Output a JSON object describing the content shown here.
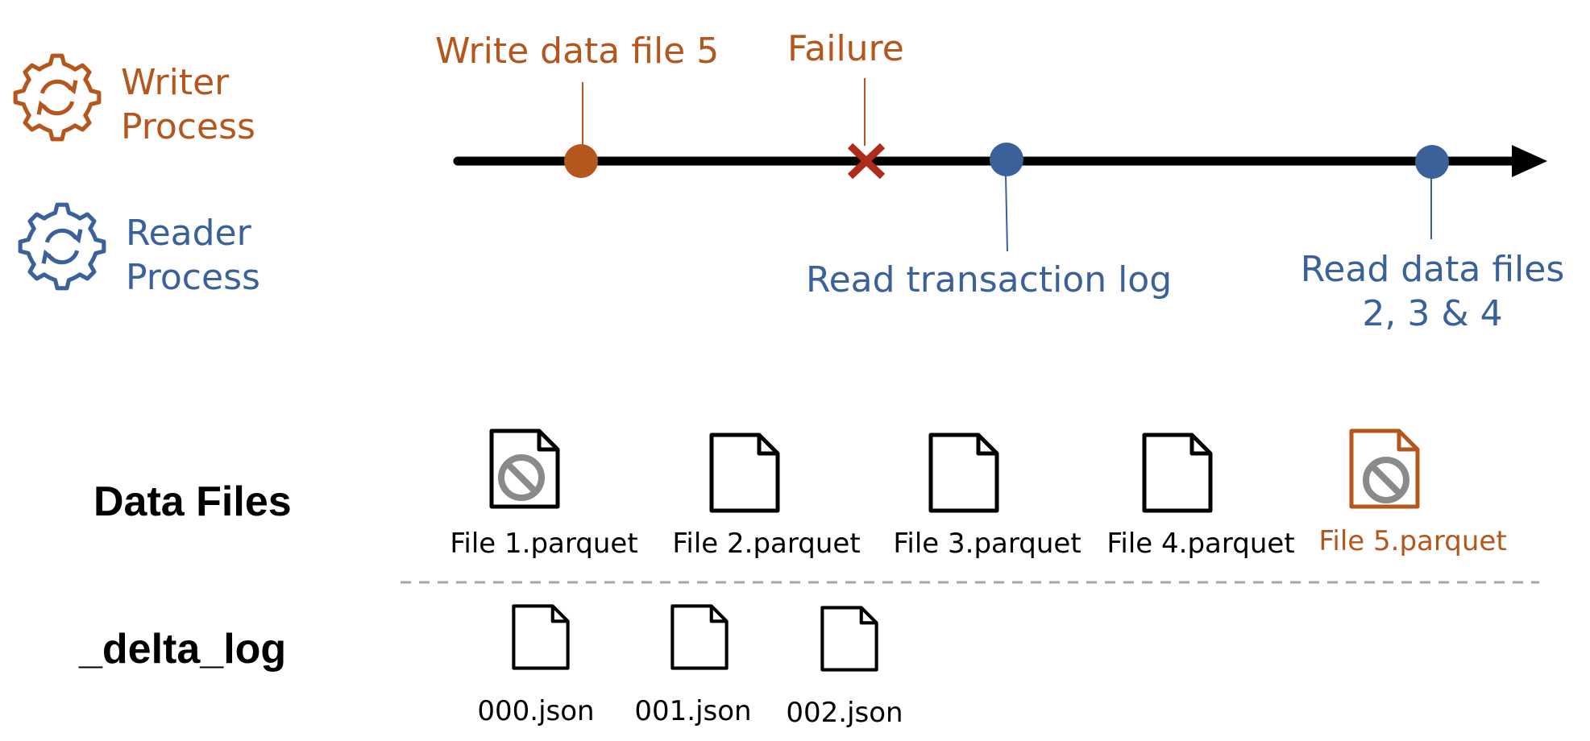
{
  "legend": {
    "writer": {
      "line1": "Writer",
      "line2": "Process"
    },
    "reader": {
      "line1": "Reader",
      "line2": "Process"
    }
  },
  "timeline": {
    "events": {
      "write": "Write data file 5",
      "failure": "Failure",
      "read_log": "Read transaction log",
      "read_data_line1": "Read data files",
      "read_data_line2": "2, 3 & 4"
    }
  },
  "sections": {
    "data_files": "Data Files",
    "delta_log": "_delta_log"
  },
  "data_files": [
    {
      "name": "File 1.parquet",
      "status": "invalid"
    },
    {
      "name": "File 2.parquet",
      "status": "valid"
    },
    {
      "name": "File 3.parquet",
      "status": "valid"
    },
    {
      "name": "File 4.parquet",
      "status": "valid"
    },
    {
      "name": "File 5.parquet",
      "status": "invalid-writer"
    }
  ],
  "log_files": [
    {
      "name": "000.json"
    },
    {
      "name": "001.json"
    },
    {
      "name": "002.json"
    }
  ],
  "colors": {
    "writer": "#b5561c",
    "reader": "#3a6199",
    "failure": "#b02a1e",
    "timeline": "#000000",
    "divider": "#a6a6a6",
    "prohibit": "#8a8a8a"
  },
  "icons": {
    "writer": "gear-sync-icon",
    "reader": "gear-sync-icon",
    "data_file": "document-icon",
    "blocked_file": "document-prohibited-icon",
    "failure": "x-mark-icon"
  }
}
